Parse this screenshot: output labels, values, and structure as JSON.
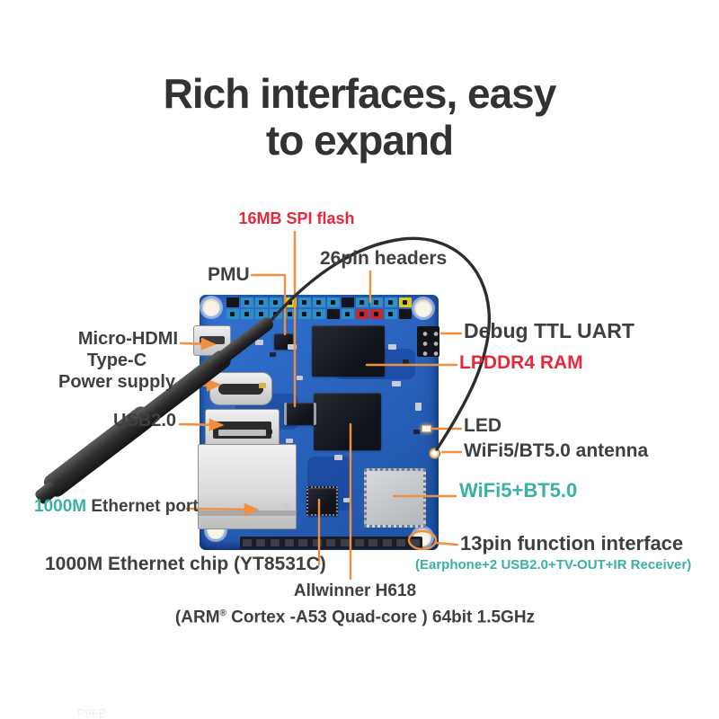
{
  "title": {
    "line1": "Rich interfaces, easy",
    "line2": "to expand"
  },
  "watermark": "P9FB",
  "colors": {
    "callout_orange": "#EF8F3F",
    "alert_red": "#E5293D",
    "feature_teal": "#38B2A3",
    "label_gray": "#3F3F3F",
    "pcb_blue": "#2B69C8"
  },
  "callouts": {
    "spi_flash": "16MB SPI flash",
    "pmu": "PMU",
    "pin_headers": "26pin headers",
    "micro_hdmi": "Micro-HDMI",
    "type_c": "Type-C",
    "power_supply": "Power supply",
    "usb": "USB2.0",
    "ethernet_port_speed": "1000M",
    "ethernet_port_rest": " Ethernet port",
    "ethernet_chip": "1000M Ethernet chip (YT8531C)",
    "debug_uart": "Debug TTL UART",
    "ram": "LPDDR4 RAM",
    "led": "LED",
    "antenna": "WiFi5/BT5.0 antenna",
    "wireless": "WiFi5+BT5.0",
    "function_interface": "13pin function interface",
    "function_interface_detail": "(Earphone+2 USB2.0+TV-OUT+IR Receiver)",
    "soc_name": "Allwinner H618",
    "soc_detail_prefix": "(ARM",
    "soc_detail_reg": "®",
    "soc_detail_suffix": " Cortex -A53 Quad-core ) 64bit 1.5GHz"
  },
  "board": {
    "gpio_pins": {
      "top": [
        "#15161a",
        "#2e8fc0",
        "#2e8fc0",
        "#2e8fc0",
        "#ddc91d",
        "#2e8fc0",
        "#2e8fc0",
        "#2e8fc0",
        "#15161a",
        "#2e8fc0",
        "#2e8fc0",
        "#2e8fc0",
        "#ddc91d"
      ],
      "bottom": [
        "#2e8fc0",
        "#2e8fc0",
        "#2e8fc0",
        "#2e8fc0",
        "#2e8fc0",
        "#2e8fc0",
        "#2e8fc0",
        "#15161a",
        "#2e8fc0",
        "#cc2727",
        "#cc2727",
        "#2e8fc0",
        "#15161a"
      ]
    },
    "function_header_pin_count": 13
  }
}
